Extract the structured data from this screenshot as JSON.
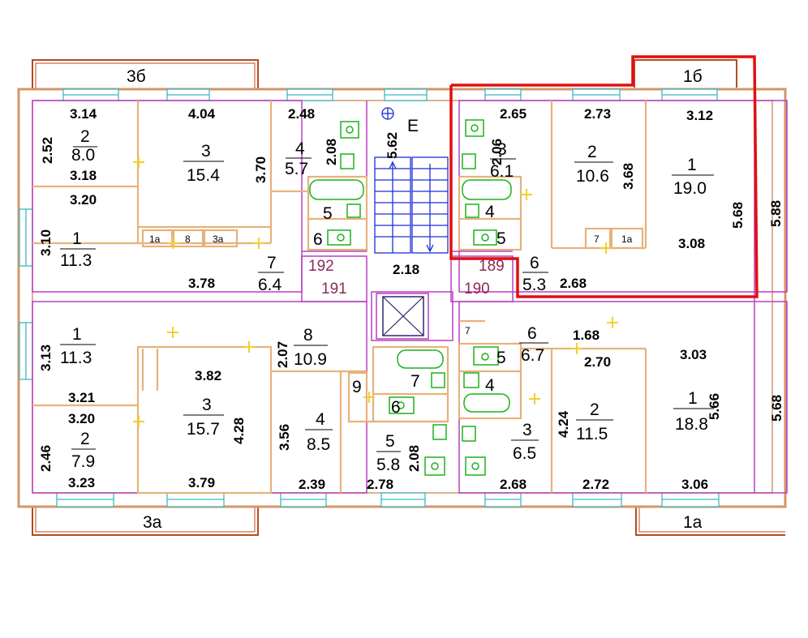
{
  "colors": {
    "outer_wall": "#d4956a",
    "wall_fill": "#ffffff",
    "inner_wall": "#e6b27a",
    "apt_border": "#b83fc2",
    "window": "#3fb8c4",
    "fixture": "#1bb21b",
    "stairs": "#1b2fd6",
    "highlight": "#e10f0f",
    "corridor_label": "#8b2a55",
    "balcony": "#b54a1f",
    "door_mark": "#f0d030"
  },
  "balconies": {
    "top_left": "3б",
    "top_right": "1б",
    "bottom_left": "3а",
    "bottom_right": "1а"
  },
  "stair_label": "Е",
  "corridor_numbers": [
    "192",
    "191",
    "189",
    "190"
  ],
  "small_rooms_top_left": [
    "1а",
    "8",
    "3а"
  ],
  "small_rooms_top_right": [
    "7",
    "1а"
  ],
  "rooms": {
    "tl_2": {
      "num": "2",
      "area": "8.0"
    },
    "tl_3": {
      "num": "3",
      "area": "15.4"
    },
    "tl_4": {
      "num": "4",
      "area": "5.7"
    },
    "tl_1": {
      "num": "1",
      "area": "11.3"
    },
    "tl_5": {
      "num": "5"
    },
    "tl_6": {
      "num": "6"
    },
    "tl_7": {
      "num": "7",
      "area": "6.4"
    },
    "tr_3": {
      "num": "3",
      "area": "6.1"
    },
    "tr_2": {
      "num": "2",
      "area": "10.6"
    },
    "tr_1": {
      "num": "1",
      "area": "19.0"
    },
    "tr_4": {
      "num": "4"
    },
    "tr_5": {
      "num": "5"
    },
    "tr_6": {
      "num": "6",
      "area": "5.3"
    },
    "bl_1": {
      "num": "1",
      "area": "11.3"
    },
    "bl_8": {
      "num": "8",
      "area": "10.9"
    },
    "bl_3": {
      "num": "3",
      "area": "15.7"
    },
    "bl_4": {
      "num": "4",
      "area": "8.5"
    },
    "bl_2": {
      "num": "2",
      "area": "7.9"
    },
    "bl_5": {
      "num": "5",
      "area": "5.8"
    },
    "bl_9": {
      "num": "9"
    },
    "bl_7": {
      "num": "7"
    },
    "bl_6": {
      "num": "6"
    },
    "br_6": {
      "num": "6",
      "area": "6.7"
    },
    "br_5": {
      "num": "5"
    },
    "br_4": {
      "num": "4"
    },
    "br_7": {
      "num": "7"
    },
    "br_3": {
      "num": "3",
      "area": "6.5"
    },
    "br_2": {
      "num": "2",
      "area": "11.5"
    },
    "br_1": {
      "num": "1",
      "area": "18.8"
    }
  },
  "dims": {
    "d01": "3.14",
    "d02": "4.04",
    "d03": "2.48",
    "d04": "2.52",
    "d05": "3.18",
    "d06": "3.70",
    "d07": "2.08",
    "d08": "5.62",
    "d09": "3.20",
    "d10": "3.10",
    "d11": "3.78",
    "d12": "2.18",
    "d13": "2.65",
    "d14": "2.73",
    "d15": "3.12",
    "d16": "2.06",
    "d17": "3.68",
    "d18": "5.68",
    "d19": "5.88",
    "d20": "3.08",
    "d21": "2.68",
    "d22": "3.13",
    "d23": "2.07",
    "d24": "3.82",
    "d25": "3.21",
    "d26": "3.20",
    "d27": "4.28",
    "d28": "3.56",
    "d29": "2.46",
    "d30": "3.23",
    "d31": "3.79",
    "d32": "2.39",
    "d33": "2.78",
    "d34": "2.08",
    "d35": "1.68",
    "d36": "2.70",
    "d37": "3.03",
    "d38": "4.24",
    "d39": "5.66",
    "d40": "5.68",
    "d41": "2.68",
    "d42": "2.72",
    "d43": "3.06"
  }
}
